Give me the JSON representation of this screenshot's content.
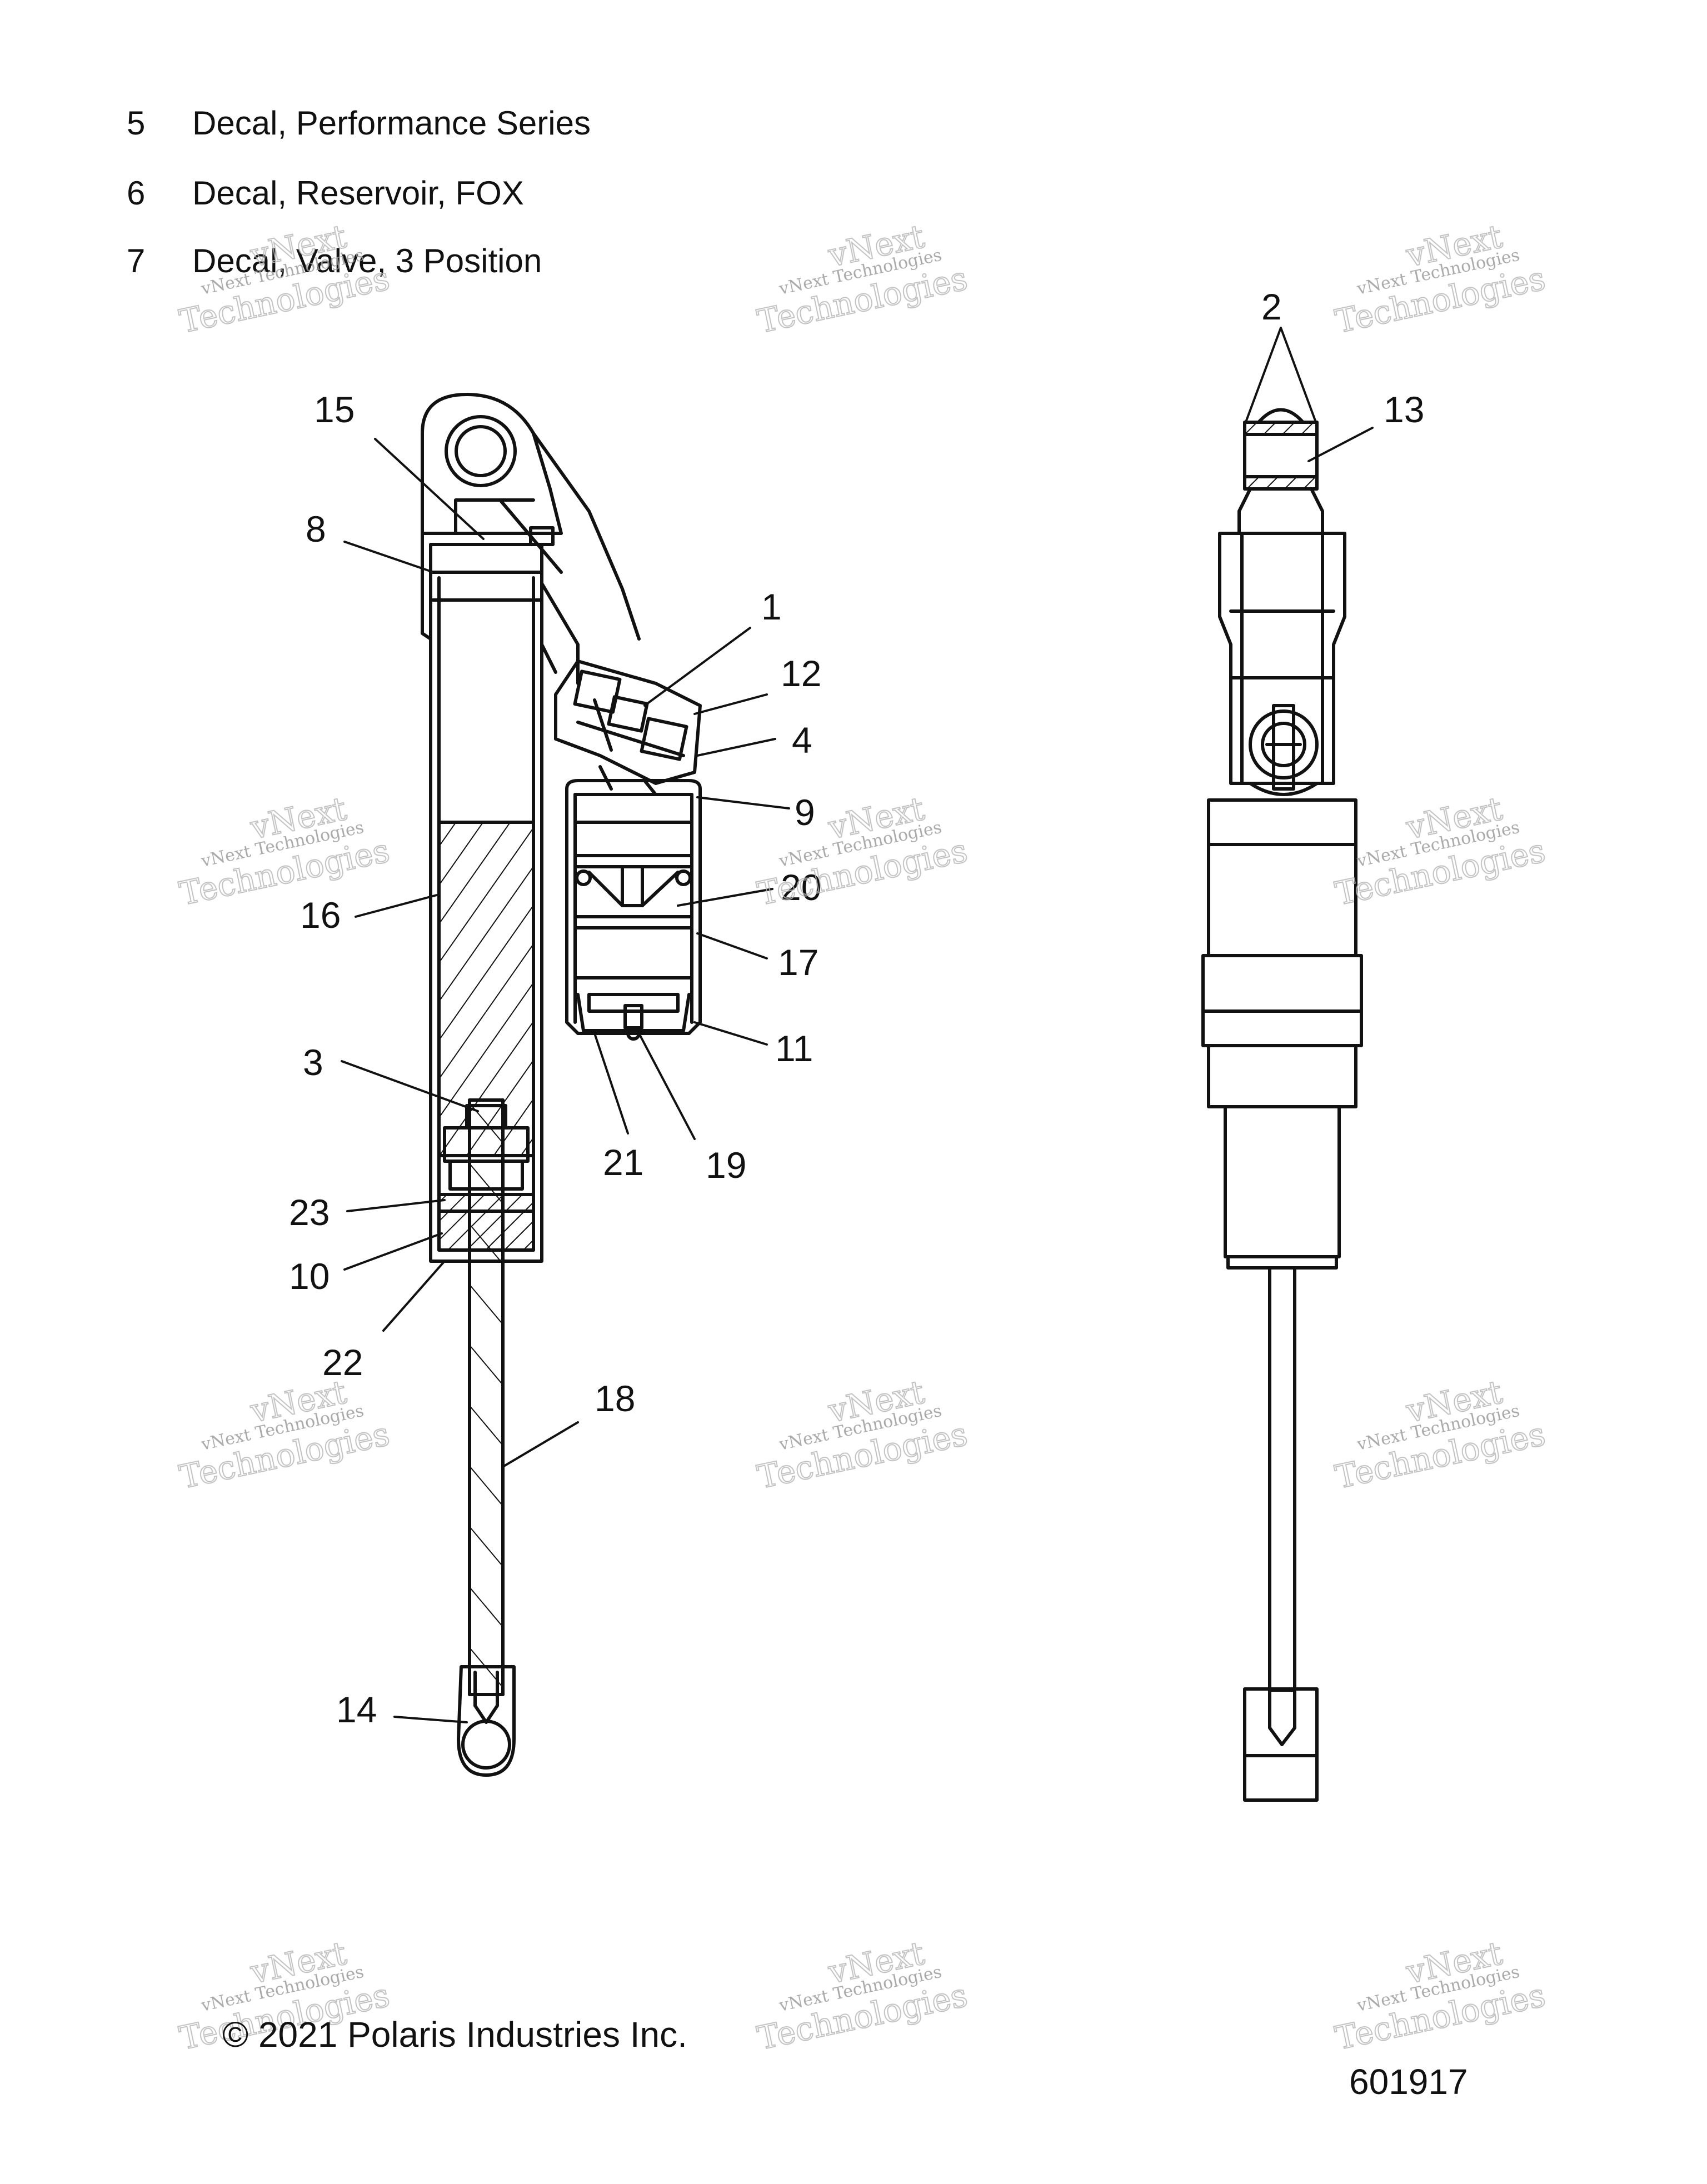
{
  "legend": [
    {
      "num": "5",
      "desc": "Decal, Performance Series"
    },
    {
      "num": "6",
      "desc": "Decal, Reservoir, FOX"
    },
    {
      "num": "7",
      "desc": "Decal, Valve, 3 Position"
    }
  ],
  "callouts": [
    "15",
    "8",
    "1",
    "12",
    "4",
    "9",
    "16",
    "20",
    "17",
    "11",
    "3",
    "21",
    "19",
    "23",
    "10",
    "22",
    "18",
    "14",
    "2",
    "13"
  ],
  "watermark": {
    "line1": "vNext Technologies",
    "line2": "Technologies",
    "big": "vNext"
  },
  "footer": {
    "copyright": "© 2021 Polaris Industries Inc.",
    "diagram_id": "601917"
  }
}
